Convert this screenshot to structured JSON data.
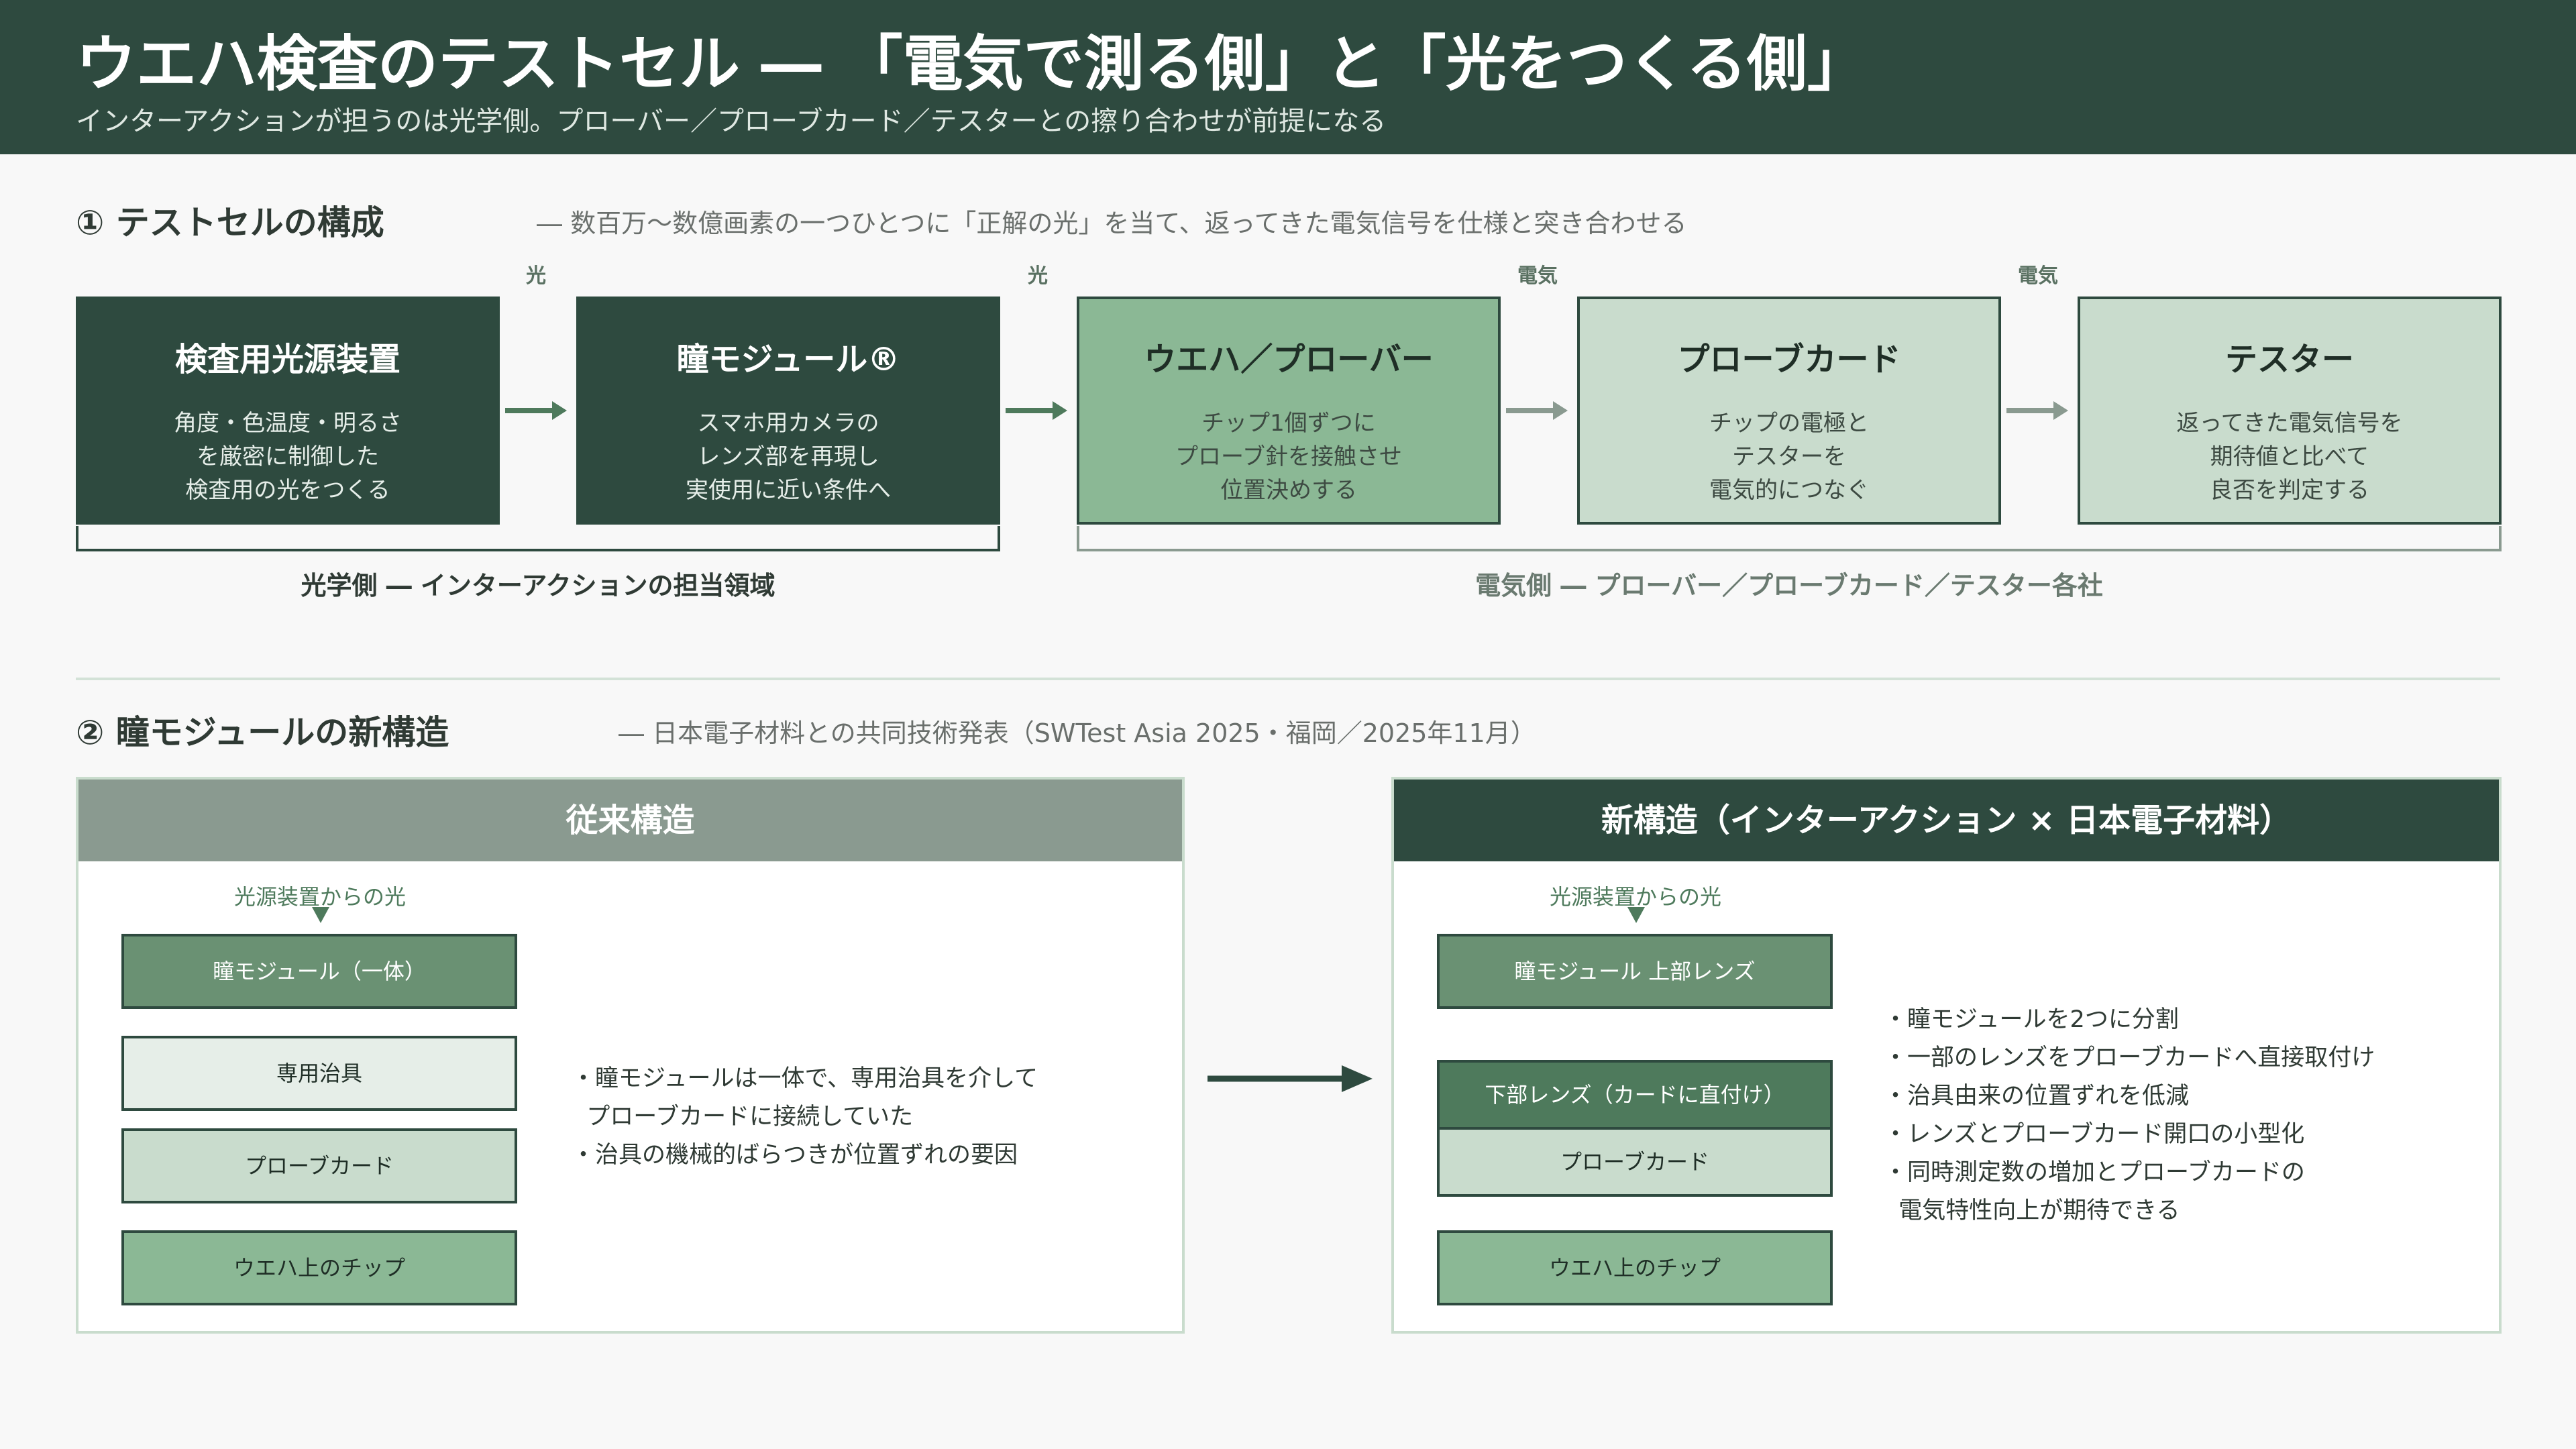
{
  "header": {
    "title": "ウエハ検査のテストセル ― 「電気で測る側」と「光をつくる側」",
    "subtitle": "インターアクションが担うのは光学側。プローバー／プローブカード／テスターとの擦り合わせが前提になる"
  },
  "section1": {
    "title": "① テストセルの構成",
    "note": "― 数百万〜数億画素の一つひとつに「正解の光」を当て、返ってきた電気信号を仕様と突き合わせる",
    "flow_labels": [
      "光",
      "光",
      "電気",
      "電気"
    ],
    "boxes": [
      {
        "title": "検査用光源装置",
        "desc": "角度・色温度・明るさ\nを厳密に制御した\n検査用の光をつくる"
      },
      {
        "title": "瞳モジュール®",
        "desc": "スマホ用カメラの\nレンズ部を再現し\n実使用に近い条件へ"
      },
      {
        "title": "ウエハ／プローバー",
        "desc": "チップ1個ずつに\nプローブ針を接触させ\n位置決めする"
      },
      {
        "title": "プローブカード",
        "desc": "チップの電極と\nテスターを\n電気的につなぐ"
      },
      {
        "title": "テスター",
        "desc": "返ってきた電気信号を\n期待値と比べて\n良否を判定する"
      }
    ],
    "optical_side": "光学側 ― インターアクションの担当領域",
    "electrical_side": "電気側 ― プローバー／プローブカード／テスター各社"
  },
  "section2": {
    "title": "② 瞳モジュールの新構造",
    "note": "― 日本電子材料との共同技術発表（SWTest Asia 2025・福岡／2025年11月）",
    "old": {
      "head": "従来構造",
      "source_label": "光源装置からの光",
      "stack": [
        "瞳モジュール（一体）",
        "専用治具",
        "プローブカード",
        "ウエハ上のチップ"
      ],
      "bullets": [
        "・瞳モジュールは一体で、専用治具を介して",
        "  プローブカードに接続していた",
        "・治具の機械的ばらつきが位置ずれの要因"
      ]
    },
    "new": {
      "head": "新構造（インターアクション × 日本電子材料）",
      "source_label": "光源装置からの光",
      "stack": [
        "瞳モジュール 上部レンズ",
        "下部レンズ（カードに直付け）",
        "プローブカード",
        "ウエハ上のチップ"
      ],
      "bullets": [
        "・瞳モジュールを2つに分割",
        "・一部のレンズをプローブカードへ直接取付け",
        "・治具由来の位置ずれを低減",
        "・レンズとプローブカード開口の小型化",
        "・同時測定数の増加とプローブカードの",
        "  電気特性向上が期待できる"
      ]
    }
  },
  "colors": {
    "header_bg": "#2e4a3f",
    "dark_green": "#2e4a3f",
    "mid_green": "#8bb895",
    "light_green": "#c9dccd",
    "gray_head": "#8a9a90"
  }
}
